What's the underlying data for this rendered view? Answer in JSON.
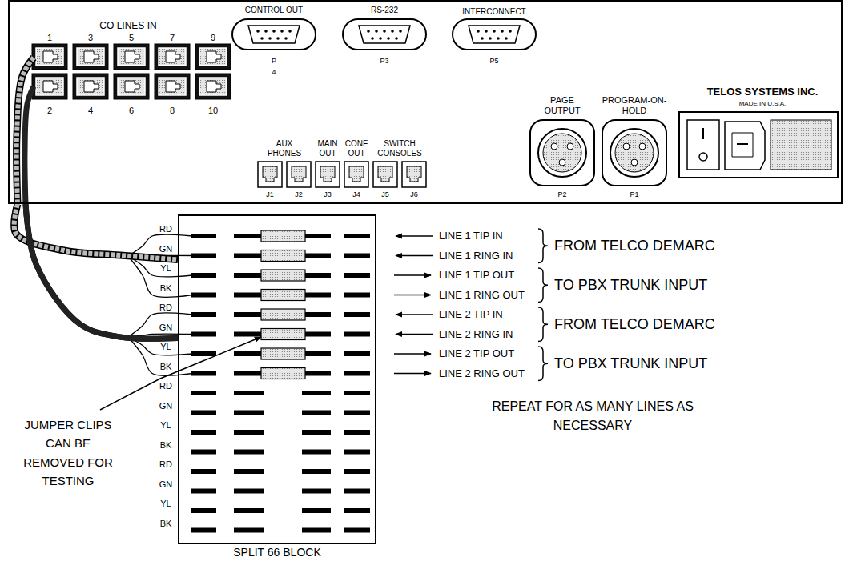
{
  "diagram": {
    "nodes": [
      {
        "text": [
          "TELOS SYSTEMS INC.",
          "MADE IN U.S.A."
        ]
      },
      {
        "text": [
          "SPLIT 66 BLOCK"
        ]
      }
    ],
    "edges": [
      {
        "from": 0,
        "to": 1,
        "arrow": "none"
      },
      {
        "from": 0,
        "to": 1,
        "arrow": "none"
      }
    ],
    "labels": [
      "CO LINES IN",
      "1",
      "3",
      "5",
      "7",
      "9",
      "2",
      "4",
      "6",
      "8",
      "10",
      "CONTROL OUT",
      "RS-232",
      "INTERCONNECT",
      "P",
      "4",
      "P3",
      "P5",
      "PAGE OUTPUT",
      "PROGRAM-ON-HOLD",
      "AUX PHONES",
      "MAIN OUT",
      "CONF OUT",
      "SWITCH CONSOLES",
      "J1",
      "J2",
      "J3",
      "J4",
      "J5",
      "J6",
      "P2",
      "P1",
      "RD",
      "GN",
      "YL",
      "BK",
      "RD",
      "GN",
      "YL",
      "BK",
      "RD",
      "GN",
      "YL",
      "BK",
      "RD",
      "GN",
      "YL",
      "BK",
      "LINE 1 TIP IN",
      "LINE 1 RING IN",
      "LINE 1 TIP OUT",
      "LINE 1 RING OUT",
      "LINE 2 TIP IN",
      "LINE 2 RING IN",
      "LINE 2 TIP OUT",
      "LINE 2 RING OUT",
      "FROM TELCO DEMARC",
      "TO PBX TRUNK INPUT",
      "FROM TELCO DEMARC",
      "TO PBX TRUNK INPUT",
      "JUMPER CLIPS CAN BE REMOVED FOR TESTING",
      "REPEAT FOR AS MANY LINES AS NECESSARY"
    ]
  }
}
